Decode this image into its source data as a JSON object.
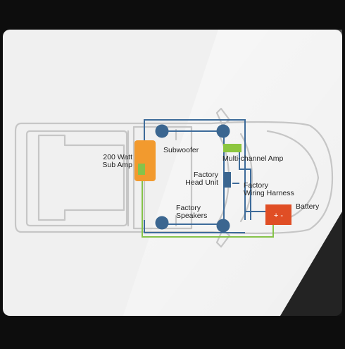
{
  "labels": {
    "sub_amp_line1": "200 Watt",
    "sub_amp_line2": "Sub Amp",
    "subwoofer": "Subwoofer",
    "multichannel_amp": "Multi-channel Amp",
    "head_unit_line1": "Factory",
    "head_unit_line2": "Head Unit",
    "wiring_line1": "Factory",
    "wiring_line2": "Wiring Harness",
    "speakers_line1": "Factory",
    "speakers_line2": "Speakers",
    "battery": "Battery",
    "battery_terminals": "+ -"
  },
  "colors": {
    "page_background": "#0d0d0d",
    "panel": "#f0f0f0",
    "truck_outline": "#c6c6c6",
    "signal_wire": "#3d6b9a",
    "power_wire": "#86c34a",
    "speaker": "#3b6690",
    "sub_amp": "#f29a2e",
    "multichannel_amp": "#8cc63f",
    "head_unit": "#3b6690",
    "battery": "#e04e25"
  },
  "icons": {
    "speaker": "speaker-icon",
    "amplifier": "amplifier-icon",
    "head_unit": "head-unit-icon",
    "battery": "battery-icon"
  }
}
